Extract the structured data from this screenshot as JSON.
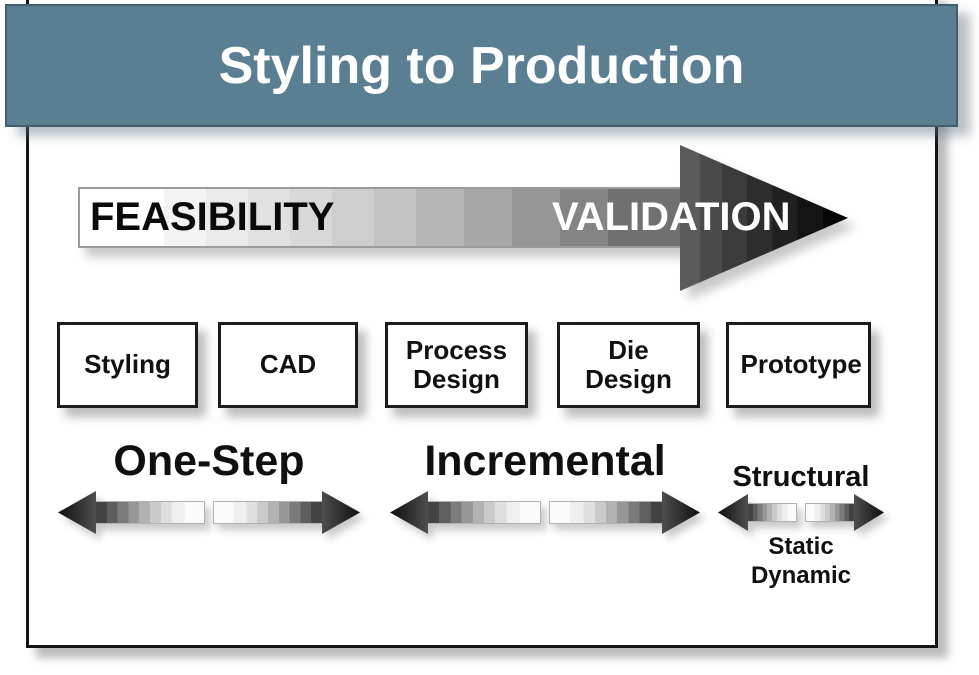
{
  "slide": {
    "title": "Styling to Production"
  },
  "theme": {
    "title_band_color": "#5a7f92",
    "title_band_border_color": "#40606f",
    "title_text_color": "#ffffff",
    "slide_border_color": "#141414",
    "shadow_color": "#bdbdbd",
    "gradient_arrow": "white-to-black left-to-right"
  },
  "gradient_arrow": {
    "left_label": "FEASIBILITY",
    "right_label": "VALIDATION"
  },
  "process_boxes": [
    {
      "label": "Styling"
    },
    {
      "label": "CAD"
    },
    {
      "label": "Process Design"
    },
    {
      "label": "Die Design"
    },
    {
      "label": "Prototype"
    }
  ],
  "methods": {
    "one_step": {
      "label": "One-Step"
    },
    "incremental": {
      "label": "Incremental"
    },
    "structural": {
      "label": "Structural",
      "sub_labels": [
        "Static",
        "Dynamic"
      ]
    }
  }
}
